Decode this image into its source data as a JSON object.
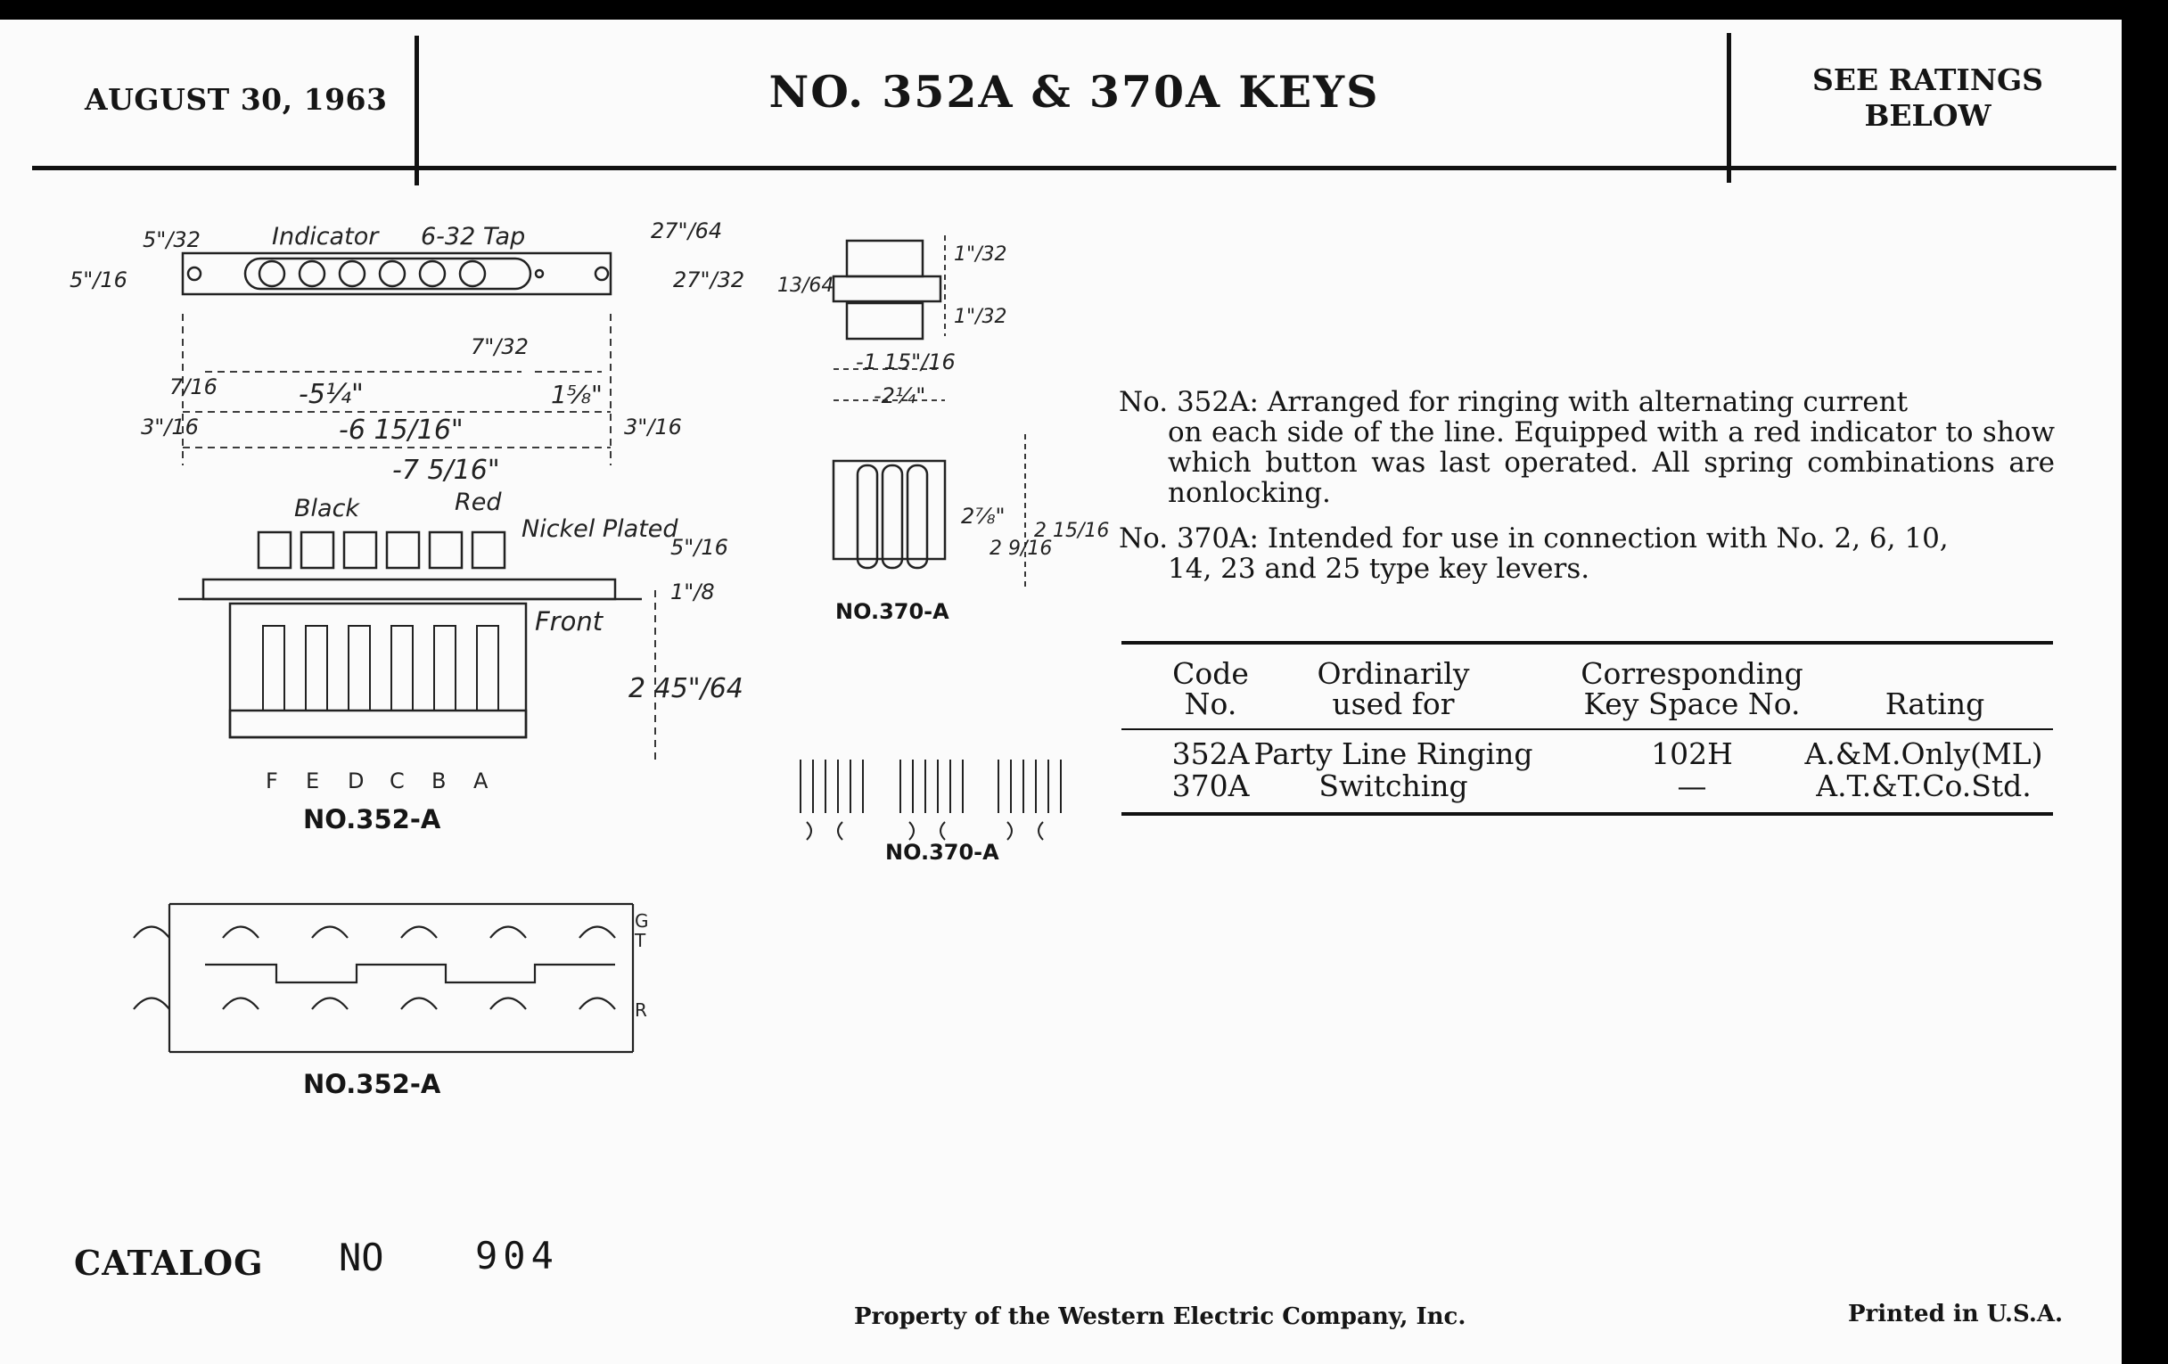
{
  "header": {
    "date": "AUGUST 30, 1963",
    "title": "NO. 352A & 370A KEYS",
    "rating_line1": "SEE RATINGS",
    "rating_line2": "BELOW"
  },
  "drawings": {
    "left_labels": {
      "indicator": "Indicator",
      "tap": "6-32 Tap",
      "black": "Black",
      "red": "Red",
      "nickel_plated": "Nickel Plated",
      "front": "Front",
      "letters": [
        "F",
        "E",
        "D",
        "C",
        "B",
        "A"
      ],
      "g": "G",
      "t": "T",
      "r": "R"
    },
    "captions": {
      "top_352": "NO.352-A",
      "bottom_352": "NO.352-A",
      "top_370": "NO.370-A",
      "bottom_370": "NO.370-A"
    }
  },
  "descriptions": [
    {
      "label": "No. 352A:",
      "first_line": "Arranged for ringing with alternating current",
      "rest": "on each side of the line. Equipped with a red indicator to show which button was last operated. All spring combinations are nonlocking."
    },
    {
      "label": "No. 370A:",
      "first_line": "Intended for use in connection with No. 2, 6, 10,",
      "rest": "14, 23 and 25 type key levers."
    }
  ],
  "table": {
    "headers": {
      "code_1": "Code",
      "code_2": "No.",
      "used_1": "Ordinarily",
      "used_2": "used for",
      "space_1": "Corresponding",
      "space_2": "Key Space No.",
      "rating": "Rating"
    },
    "rows": [
      {
        "code": "352A",
        "used_for": "Party Line Ringing",
        "key_space": "102H",
        "rating": "A.&M.Only(ML)"
      },
      {
        "code": "370A",
        "used_for": "Switching",
        "key_space": "—",
        "rating": "A.T.&T.Co.Std."
      }
    ]
  },
  "catalog": {
    "label": "CATALOG",
    "no": "NO",
    "number": "904"
  },
  "footer": {
    "property": "Property of the Western Electric Company, Inc.",
    "printed": "Printed in U.S.A."
  }
}
